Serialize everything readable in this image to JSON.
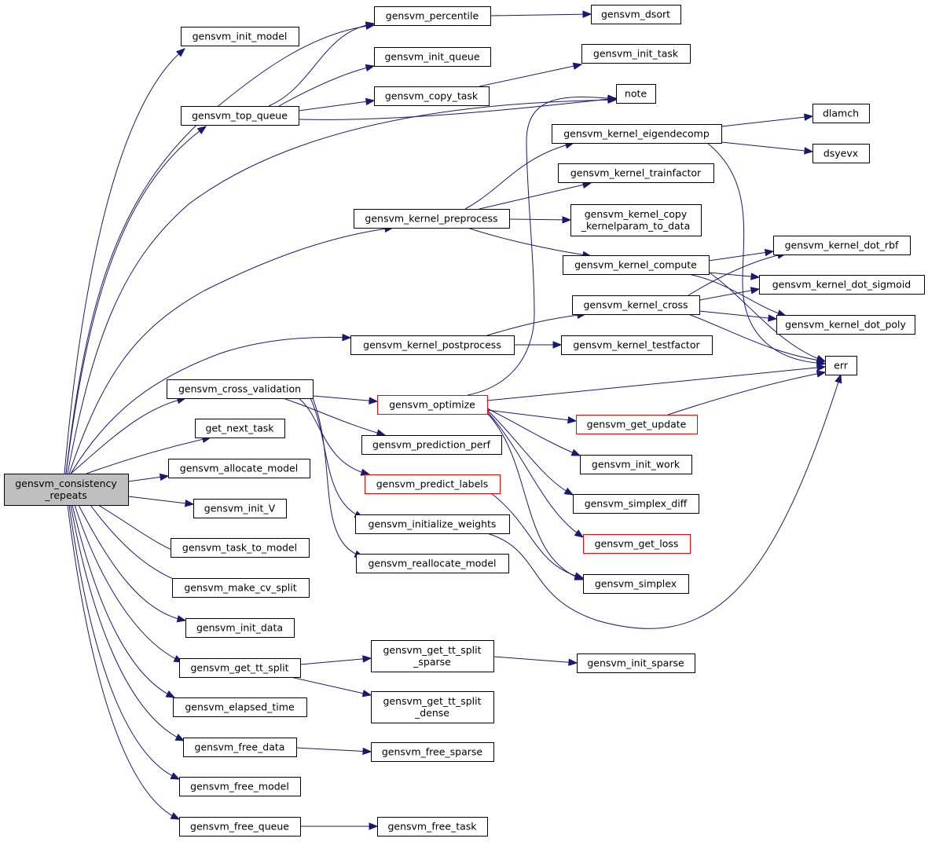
{
  "nodes": {
    "consistency": {
      "lines": [
        "gensvm_consistency",
        "_repeats"
      ],
      "root": true
    },
    "init_model": {
      "lines": [
        "gensvm_init_model"
      ]
    },
    "percentile": {
      "lines": [
        "gensvm_percentile"
      ]
    },
    "dsort": {
      "lines": [
        "gensvm_dsort"
      ]
    },
    "init_queue": {
      "lines": [
        "gensvm_init_queue"
      ]
    },
    "init_task": {
      "lines": [
        "gensvm_init_task"
      ]
    },
    "top_queue": {
      "lines": [
        "gensvm_top_queue"
      ]
    },
    "copy_task": {
      "lines": [
        "gensvm_copy_task"
      ]
    },
    "note": {
      "lines": [
        "note"
      ]
    },
    "eigendecomp": {
      "lines": [
        "gensvm_kernel_eigendecomp"
      ]
    },
    "dlamch": {
      "lines": [
        "dlamch"
      ]
    },
    "dsyevx": {
      "lines": [
        "dsyevx"
      ]
    },
    "trainfactor": {
      "lines": [
        "gensvm_kernel_trainfactor"
      ]
    },
    "preprocess": {
      "lines": [
        "gensvm_kernel_preprocess"
      ]
    },
    "copy_kp": {
      "lines": [
        "gensvm_kernel_copy",
        "_kernelparam_to_data"
      ]
    },
    "dot_rbf": {
      "lines": [
        "gensvm_kernel_dot_rbf"
      ]
    },
    "compute": {
      "lines": [
        "gensvm_kernel_compute"
      ]
    },
    "dot_sigmoid": {
      "lines": [
        "gensvm_kernel_dot_sigmoid"
      ]
    },
    "cross": {
      "lines": [
        "gensvm_kernel_cross"
      ]
    },
    "dot_poly": {
      "lines": [
        "gensvm_kernel_dot_poly"
      ]
    },
    "postprocess": {
      "lines": [
        "gensvm_kernel_postprocess"
      ]
    },
    "testfactor": {
      "lines": [
        "gensvm_kernel_testfactor"
      ]
    },
    "err": {
      "lines": [
        "err"
      ]
    },
    "cross_validation": {
      "lines": [
        "gensvm_cross_validation"
      ]
    },
    "optimize": {
      "lines": [
        "gensvm_optimize"
      ],
      "red": true
    },
    "get_update": {
      "lines": [
        "gensvm_get_update"
      ],
      "red": true
    },
    "get_next_task": {
      "lines": [
        "get_next_task"
      ]
    },
    "prediction_perf": {
      "lines": [
        "gensvm_prediction_perf"
      ]
    },
    "init_work": {
      "lines": [
        "gensvm_init_work"
      ]
    },
    "allocate_model": {
      "lines": [
        "gensvm_allocate_model"
      ]
    },
    "predict_labels": {
      "lines": [
        "gensvm_predict_labels"
      ],
      "red": true
    },
    "init_V": {
      "lines": [
        "gensvm_init_V"
      ]
    },
    "simplex_diff": {
      "lines": [
        "gensvm_simplex_diff"
      ]
    },
    "initialize_weights": {
      "lines": [
        "gensvm_initialize_weights"
      ]
    },
    "task_to_model": {
      "lines": [
        "gensvm_task_to_model"
      ]
    },
    "get_loss": {
      "lines": [
        "gensvm_get_loss"
      ],
      "red": true
    },
    "reallocate_model": {
      "lines": [
        "gensvm_reallocate_model"
      ]
    },
    "make_cv_split": {
      "lines": [
        "gensvm_make_cv_split"
      ]
    },
    "simplex": {
      "lines": [
        "gensvm_simplex"
      ]
    },
    "init_data": {
      "lines": [
        "gensvm_init_data"
      ]
    },
    "tt_split": {
      "lines": [
        "gensvm_get_tt_split"
      ]
    },
    "tt_sparse": {
      "lines": [
        "gensvm_get_tt_split",
        "_sparse"
      ]
    },
    "init_sparse": {
      "lines": [
        "gensvm_init_sparse"
      ]
    },
    "elapsed_time": {
      "lines": [
        "gensvm_elapsed_time"
      ]
    },
    "tt_dense": {
      "lines": [
        "gensvm_get_tt_split",
        "_dense"
      ]
    },
    "free_data": {
      "lines": [
        "gensvm_free_data"
      ]
    },
    "free_sparse": {
      "lines": [
        "gensvm_free_sparse"
      ]
    },
    "free_model": {
      "lines": [
        "gensvm_free_model"
      ]
    },
    "free_queue": {
      "lines": [
        "gensvm_free_queue"
      ]
    },
    "free_task": {
      "lines": [
        "gensvm_free_task"
      ]
    }
  },
  "edges": [
    [
      "consistency",
      "init_model"
    ],
    [
      "consistency",
      "percentile"
    ],
    [
      "consistency",
      "top_queue"
    ],
    [
      "consistency",
      "note"
    ],
    [
      "consistency",
      "preprocess"
    ],
    [
      "consistency",
      "postprocess"
    ],
    [
      "consistency",
      "cross_validation"
    ],
    [
      "consistency",
      "get_next_task"
    ],
    [
      "consistency",
      "allocate_model"
    ],
    [
      "consistency",
      "init_V"
    ],
    [
      "consistency",
      "task_to_model"
    ],
    [
      "consistency",
      "make_cv_split"
    ],
    [
      "consistency",
      "init_data"
    ],
    [
      "consistency",
      "tt_split"
    ],
    [
      "consistency",
      "elapsed_time"
    ],
    [
      "consistency",
      "free_data"
    ],
    [
      "consistency",
      "free_model"
    ],
    [
      "consistency",
      "free_queue"
    ],
    [
      "percentile",
      "dsort"
    ],
    [
      "top_queue",
      "percentile"
    ],
    [
      "top_queue",
      "init_queue"
    ],
    [
      "top_queue",
      "copy_task"
    ],
    [
      "top_queue",
      "note"
    ],
    [
      "copy_task",
      "init_task"
    ],
    [
      "eigendecomp",
      "dlamch"
    ],
    [
      "eigendecomp",
      "dsyevx"
    ],
    [
      "eigendecomp",
      "err"
    ],
    [
      "preprocess",
      "eigendecomp"
    ],
    [
      "preprocess",
      "trainfactor"
    ],
    [
      "preprocess",
      "copy_kp"
    ],
    [
      "preprocess",
      "compute"
    ],
    [
      "compute",
      "dot_rbf"
    ],
    [
      "compute",
      "dot_sigmoid"
    ],
    [
      "compute",
      "dot_poly"
    ],
    [
      "compute",
      "err"
    ],
    [
      "cross",
      "dot_rbf"
    ],
    [
      "cross",
      "dot_sigmoid"
    ],
    [
      "cross",
      "dot_poly"
    ],
    [
      "cross",
      "err"
    ],
    [
      "postprocess",
      "cross"
    ],
    [
      "postprocess",
      "testfactor"
    ],
    [
      "cross_validation",
      "optimize"
    ],
    [
      "cross_validation",
      "prediction_perf"
    ],
    [
      "cross_validation",
      "predict_labels"
    ],
    [
      "cross_validation",
      "initialize_weights"
    ],
    [
      "cross_validation",
      "reallocate_model"
    ],
    [
      "optimize",
      "note"
    ],
    [
      "optimize",
      "err"
    ],
    [
      "optimize",
      "get_update"
    ],
    [
      "optimize",
      "init_work"
    ],
    [
      "optimize",
      "simplex_diff"
    ],
    [
      "optimize",
      "get_loss"
    ],
    [
      "optimize",
      "simplex"
    ],
    [
      "get_update",
      "err"
    ],
    [
      "predict_labels",
      "simplex"
    ],
    [
      "initialize_weights",
      "err"
    ],
    [
      "tt_split",
      "tt_sparse"
    ],
    [
      "tt_split",
      "tt_dense"
    ],
    [
      "tt_sparse",
      "init_sparse"
    ],
    [
      "free_data",
      "free_sparse"
    ],
    [
      "free_queue",
      "free_task"
    ]
  ],
  "colors": {
    "edge": "#191970",
    "root_fill": "#bfbfbf",
    "highlight_border": "#ff0000"
  }
}
